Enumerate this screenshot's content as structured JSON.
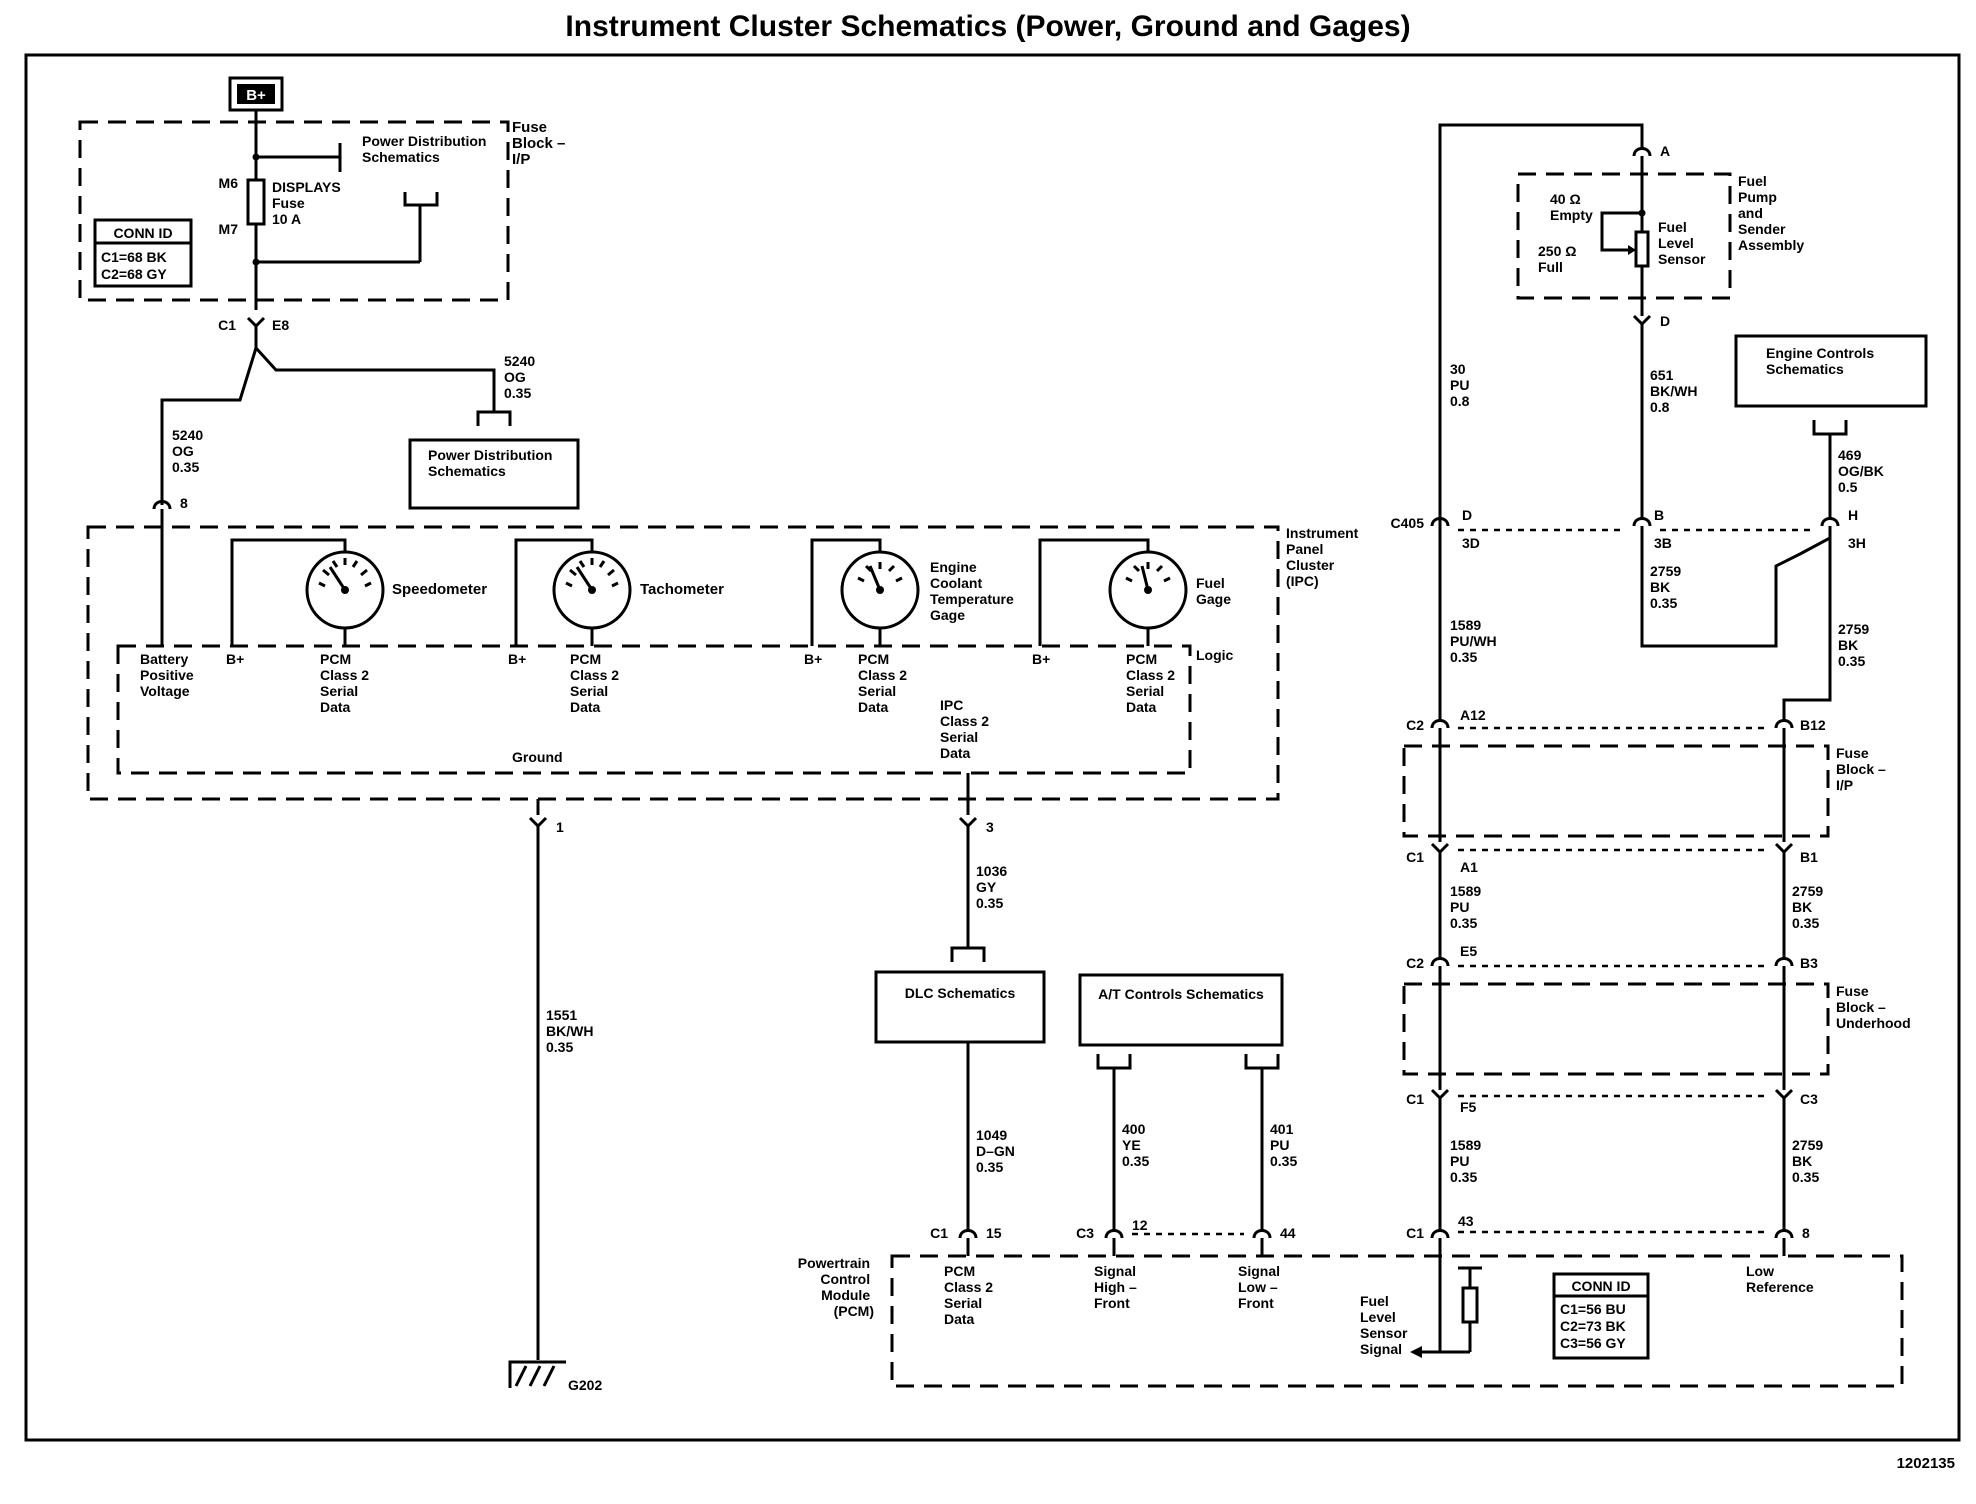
{
  "title": "Instrument Cluster Schematics (Power, Ground and Gages)",
  "doc_number": "1202135",
  "battery_label": "B+",
  "fuse_block_ip": {
    "label": [
      "Fuse",
      "Block –",
      "I/P"
    ],
    "power_dist": [
      "Power Distribution",
      "Schematics"
    ],
    "fuse_name": [
      "DISPLAYS",
      "Fuse",
      "10 A"
    ],
    "pin_m6": "M6",
    "pin_m7": "M7",
    "conn_id": {
      "title": "CONN ID",
      "lines": [
        "C1=68 BK",
        "C2=68 GY"
      ]
    },
    "conn": "C1",
    "pin": "E8"
  },
  "wires": {
    "w5240a": [
      "5240",
      "OG",
      "0.35"
    ],
    "w5240b": [
      "5240",
      "OG",
      "0.35"
    ],
    "w1551": [
      "1551",
      "BK/WH",
      "0.35"
    ],
    "w1036": [
      "1036",
      "GY",
      "0.35"
    ],
    "w1049": [
      "1049",
      "D–GN",
      "0.35"
    ],
    "w400": [
      "400",
      "YE",
      "0.35"
    ],
    "w401": [
      "401",
      "PU",
      "0.35"
    ],
    "w30": [
      "30",
      "PU",
      "0.8"
    ],
    "w651": [
      "651",
      "BK/WH",
      "0.8"
    ],
    "w469": [
      "469",
      "OG/BK",
      "0.5"
    ],
    "w2759a": [
      "2759",
      "BK",
      "0.35"
    ],
    "w2759b": [
      "2759",
      "BK",
      "0.35"
    ],
    "w1589a": [
      "1589",
      "PU/WH",
      "0.35"
    ],
    "w1589b": [
      "1589",
      "PU",
      "0.35"
    ],
    "w2759c": [
      "2759",
      "BK",
      "0.35"
    ],
    "w1589c": [
      "1589",
      "PU",
      "0.35"
    ],
    "w2759d": [
      "2759",
      "BK",
      "0.35"
    ]
  },
  "power_dist_box": [
    "Power Distribution",
    "Schematics"
  ],
  "ipc": {
    "label": [
      "Instrument",
      "Panel",
      "Cluster",
      "(IPC)"
    ],
    "pin8": "8",
    "pin1": "1",
    "pin3": "3",
    "gauges": {
      "speedometer": "Speedometer",
      "tachometer": "Tachometer",
      "coolant": [
        "Engine",
        "Coolant",
        "Temperature",
        "Gage"
      ],
      "fuel": [
        "Fuel",
        "Gage"
      ]
    },
    "logic": "Logic",
    "bpv": [
      "Battery",
      "Positive",
      "Voltage"
    ],
    "bplus": "B+",
    "pcm_data": [
      "PCM",
      "Class 2",
      "Serial",
      "Data"
    ],
    "ipc_data": [
      "IPC",
      "Class 2",
      "Serial",
      "Data"
    ],
    "ground": "Ground"
  },
  "ground_label": "G202",
  "dlc_box": "DLC Schematics",
  "at_box": "A/T Controls Schematics",
  "pcm": {
    "label": [
      "Powertrain",
      "Control",
      "Module",
      "(PCM)"
    ],
    "c1": "C1",
    "p15": "15",
    "c3": "C3",
    "p12": "12",
    "p44": "44",
    "p43": "43",
    "p8": "8",
    "class2": [
      "PCM",
      "Class 2",
      "Serial",
      "Data"
    ],
    "sig_high": [
      "Signal",
      "High –",
      "Front"
    ],
    "sig_low": [
      "Signal",
      "Low –",
      "Front"
    ],
    "fuel_sig": [
      "Fuel",
      "Level",
      "Sensor",
      "Signal"
    ],
    "low_ref": [
      "Low",
      "Reference"
    ],
    "conn_id": {
      "title": "CONN ID",
      "lines": [
        "C1=56 BU",
        "C2=73 BK",
        "C3=56 GY"
      ]
    }
  },
  "fuel_pump": {
    "label": [
      "Fuel",
      "Pump",
      "and",
      "Sender",
      "Assembly"
    ],
    "empty": [
      "40 Ω",
      "Empty"
    ],
    "full": [
      "250  Ω",
      "Full"
    ],
    "sensor": [
      "Fuel",
      "Level",
      "Sensor"
    ],
    "pin_a": "A",
    "pin_d": "D"
  },
  "engine_box": [
    "Engine Controls",
    "Schematics"
  ],
  "c405": {
    "conn": "C405",
    "d": "D",
    "b": "B",
    "h": "H",
    "d3": "3D",
    "b3": "3B",
    "h3": "3H"
  },
  "right_conns": {
    "c2a": "C2",
    "a12": "A12",
    "b12": "B12",
    "fuse_ip": [
      "Fuse",
      "Block –",
      "I/P"
    ],
    "c1a": "C1",
    "a1": "A1",
    "b1": "B1",
    "c2b": "C2",
    "e5": "E5",
    "b3": "B3",
    "fuse_uh": [
      "Fuse",
      "Block –",
      "Underhood"
    ],
    "c1b": "C1",
    "f5": "F5",
    "c3": "C3"
  }
}
